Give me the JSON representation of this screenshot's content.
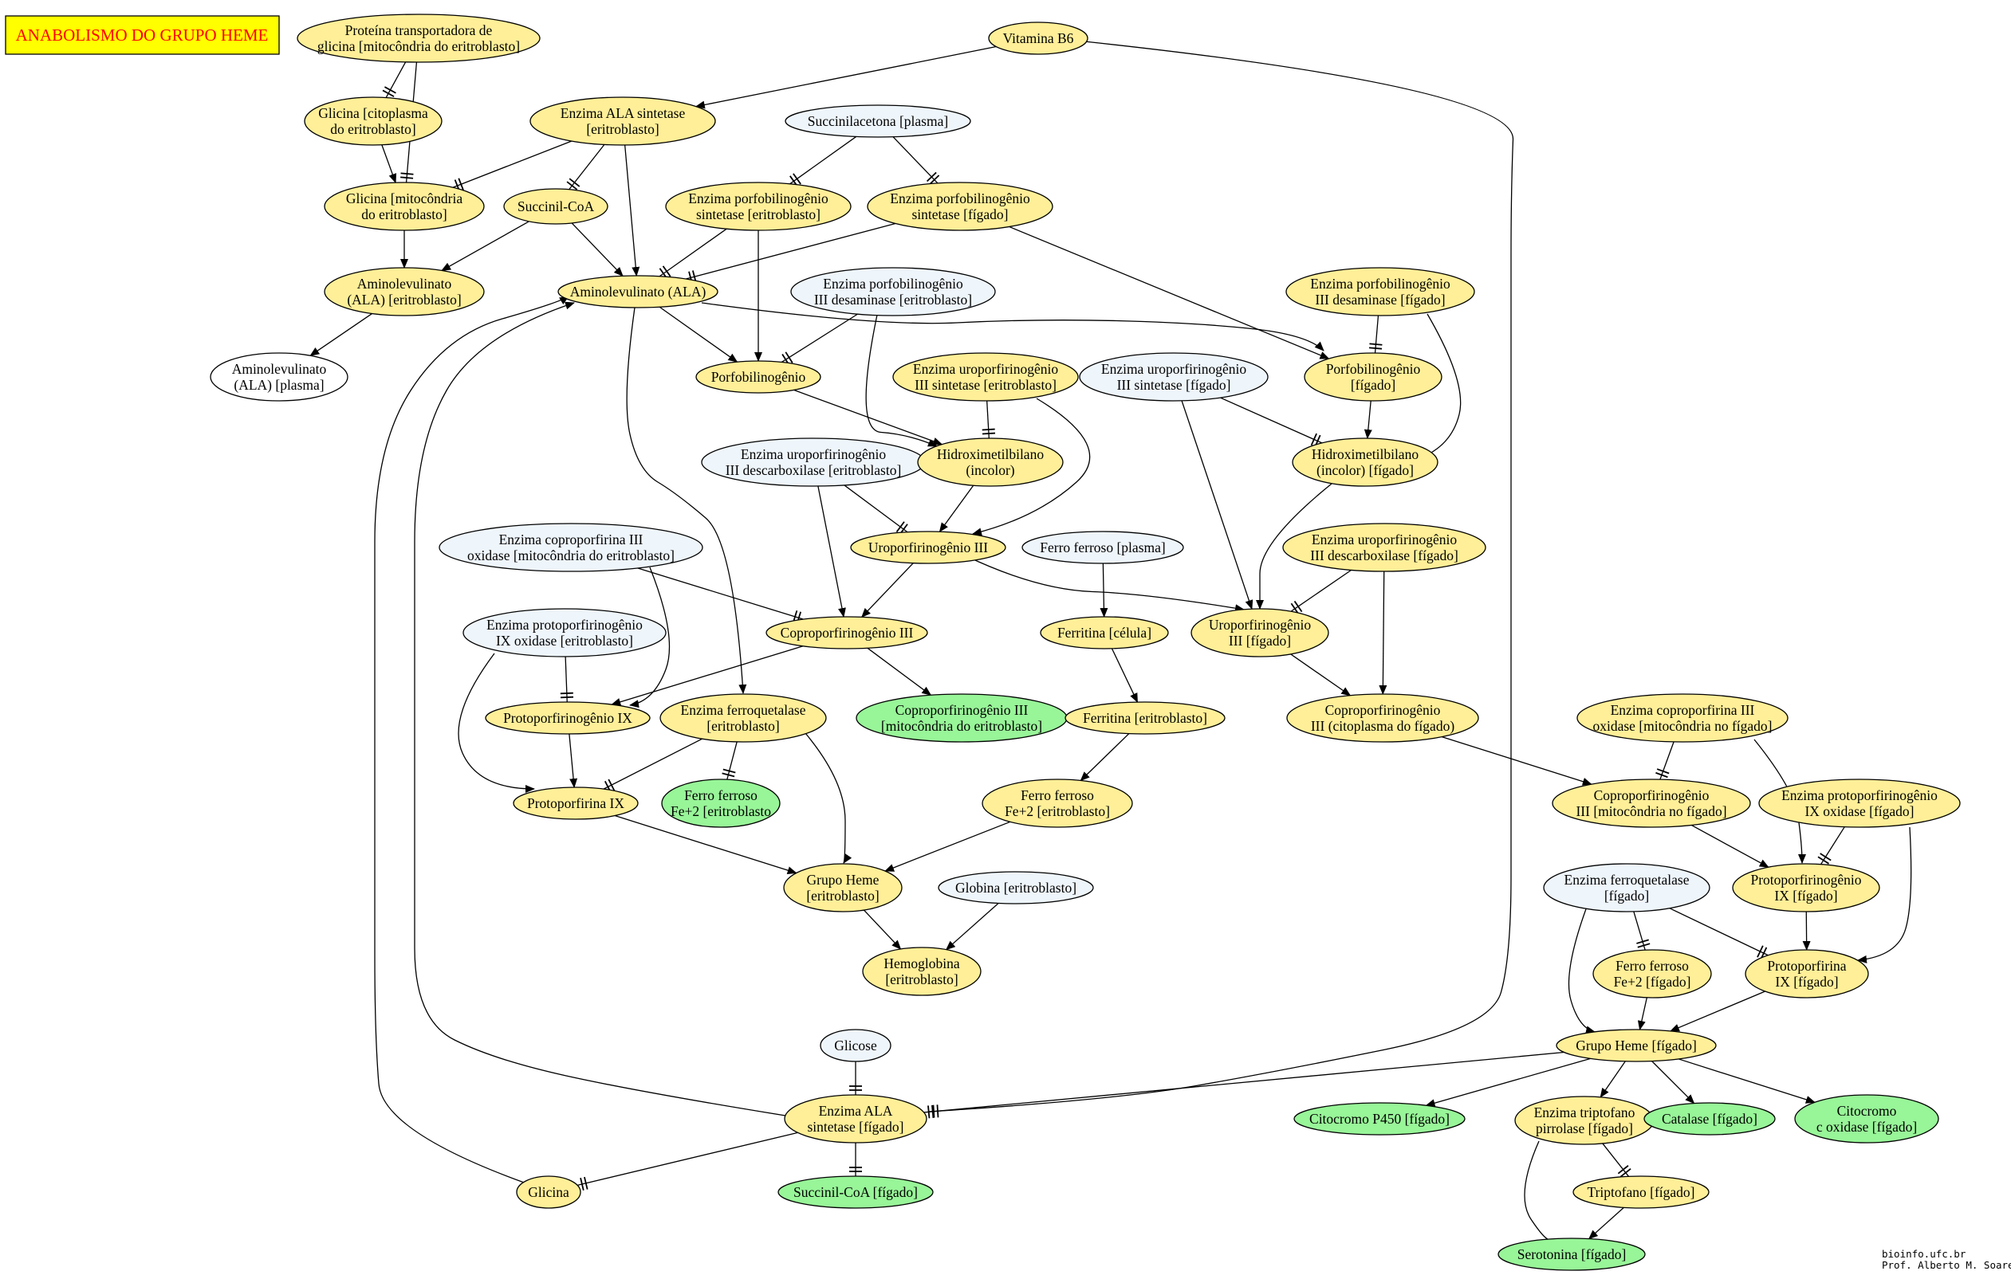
{
  "title": "ANABOLISMO DO GRUPO HEME",
  "credits": [
    "bioinfo.ufc.br",
    "Prof. Alberto M. Soares"
  ],
  "colors": {
    "yellow": "#ffef98",
    "blue": "#eef5fb",
    "green": "#98f598",
    "white": "#ffffff",
    "title_bg": "#ffff00",
    "title_text": "#ff0000"
  },
  "nodes": [
    {
      "id": "transp",
      "color": "yellow",
      "lines": [
        "Proteína transportadora de",
        "glicina [mitocôndria do eritroblasto]"
      ]
    },
    {
      "id": "vitb6",
      "color": "yellow",
      "lines": [
        "Vitamina B6"
      ]
    },
    {
      "id": "gli_cito",
      "color": "yellow",
      "lines": [
        "Glicina [citoplasma",
        "do eritroblasto]"
      ]
    },
    {
      "id": "ala_sint_er",
      "color": "yellow",
      "lines": [
        "Enzima ALA sintetase",
        "[eritroblasto]"
      ]
    },
    {
      "id": "succ_plasma",
      "color": "blue",
      "lines": [
        "Succinilacetona [plasma]"
      ]
    },
    {
      "id": "gli_mito",
      "color": "yellow",
      "lines": [
        "Glicina [mitocôndria",
        "do eritroblasto]"
      ]
    },
    {
      "id": "succoa",
      "color": "yellow",
      "lines": [
        "Succinil-CoA"
      ]
    },
    {
      "id": "pbg_sint_er",
      "color": "yellow",
      "lines": [
        "Enzima porfobilinogênio",
        "sintetase [eritroblasto]"
      ]
    },
    {
      "id": "pbg_sint_fig",
      "color": "yellow",
      "lines": [
        "Enzima porfobilinogênio",
        "sintetase [fígado]"
      ]
    },
    {
      "id": "ala_er",
      "color": "yellow",
      "lines": [
        "Aminolevulinato",
        "(ALA) [eritroblasto]"
      ]
    },
    {
      "id": "ala",
      "color": "yellow",
      "lines": [
        "Aminolevulinato (ALA)"
      ]
    },
    {
      "id": "pbg_desam_er",
      "color": "blue",
      "lines": [
        "Enzima porfobilinogênio",
        "III desaminase [eritroblasto]"
      ]
    },
    {
      "id": "pbg_desam_fig",
      "color": "yellow",
      "lines": [
        "Enzima porfobilinogênio",
        "III desaminase [fígado]"
      ]
    },
    {
      "id": "ala_plasma",
      "color": "white",
      "lines": [
        "Aminolevulinato",
        "(ALA) [plasma]"
      ]
    },
    {
      "id": "pbg",
      "color": "yellow",
      "lines": [
        "Porfobilinogênio"
      ]
    },
    {
      "id": "uro_sint_er",
      "color": "yellow",
      "lines": [
        "Enzima uroporfirinogênio",
        "III sintetase [eritroblasto]"
      ]
    },
    {
      "id": "uro_sint_fig",
      "color": "blue",
      "lines": [
        "Enzima uroporfirinogênio",
        "III sintetase [fígado]"
      ]
    },
    {
      "id": "pbg_fig",
      "color": "yellow",
      "lines": [
        "Porfobilinogênio",
        "[fígado]"
      ]
    },
    {
      "id": "uro_desc_er",
      "color": "blue",
      "lines": [
        "Enzima uroporfirinogênio",
        "III descarboxilase [eritroblasto]"
      ]
    },
    {
      "id": "hmb",
      "color": "yellow",
      "lines": [
        "Hidroximetilbilano",
        "(incolor)"
      ]
    },
    {
      "id": "hmb_fig",
      "color": "yellow",
      "lines": [
        "Hidroximetilbilano",
        "(incolor) [fígado]"
      ]
    },
    {
      "id": "copro_ox_er",
      "color": "blue",
      "lines": [
        "Enzima coproporfirina III",
        "oxidase [mitocôndria do eritroblasto]"
      ]
    },
    {
      "id": "uro3",
      "color": "yellow",
      "lines": [
        "Uroporfirinogênio III"
      ]
    },
    {
      "id": "ferro_plasma",
      "color": "blue",
      "lines": [
        "Ferro ferroso [plasma]"
      ]
    },
    {
      "id": "uro_desc_fig",
      "color": "yellow",
      "lines": [
        "Enzima uroporfirinogênio",
        "III descarboxilase [fígado]"
      ]
    },
    {
      "id": "protox_er",
      "color": "blue",
      "lines": [
        "Enzima protoporfirinogênio",
        "IX oxidase [eritroblasto]"
      ]
    },
    {
      "id": "copro3",
      "color": "yellow",
      "lines": [
        "Coproporfirinogênio III"
      ]
    },
    {
      "id": "ferritina_cel",
      "color": "yellow",
      "lines": [
        "Ferritina [célula]"
      ]
    },
    {
      "id": "uro3_fig",
      "color": "yellow",
      "lines": [
        "Uroporfirinogênio",
        "III [fígado]"
      ]
    },
    {
      "id": "protogen9",
      "color": "yellow",
      "lines": [
        "Protoporfirinogênio IX"
      ]
    },
    {
      "id": "ferroq_er",
      "color": "yellow",
      "lines": [
        "Enzima ferroquetalase",
        "[eritroblasto]"
      ]
    },
    {
      "id": "copro3_mito_er",
      "color": "green",
      "lines": [
        "Coproporfirinogênio III",
        "[mitocôndria do eritroblasto]"
      ]
    },
    {
      "id": "ferritina_er",
      "color": "yellow",
      "lines": [
        "Ferritina [eritroblasto]"
      ]
    },
    {
      "id": "copro3_cito_fig",
      "color": "yellow",
      "lines": [
        "Coproporfirinogênio",
        "III (citoplasma do fígado)"
      ]
    },
    {
      "id": "copro_ox_fig",
      "color": "yellow",
      "lines": [
        "Enzima coproporfirina III",
        "oxidase [mitocôndria no fígado]"
      ]
    },
    {
      "id": "proto9",
      "color": "yellow",
      "lines": [
        "Protoporfirina IX"
      ]
    },
    {
      "id": "fe2_er_green",
      "color": "green",
      "lines": [
        "Ferro ferroso",
        "Fe+2 [eritroblasto"
      ]
    },
    {
      "id": "fe2_er",
      "color": "yellow",
      "lines": [
        "Ferro ferroso",
        "Fe+2 [eritroblasto]"
      ]
    },
    {
      "id": "copro3_mito_fig",
      "color": "yellow",
      "lines": [
        "Coproporfirinogênio",
        "III [mitocôndria no fígado]"
      ]
    },
    {
      "id": "protox_fig",
      "color": "yellow",
      "lines": [
        "Enzima protoporfirinogênio",
        "IX oxidase [fígado]"
      ]
    },
    {
      "id": "heme_er",
      "color": "yellow",
      "lines": [
        "Grupo Heme",
        "[eritroblasto]"
      ]
    },
    {
      "id": "globina",
      "color": "blue",
      "lines": [
        "Globina [eritroblasto]"
      ]
    },
    {
      "id": "ferroq_fig",
      "color": "blue",
      "lines": [
        "Enzima ferroquetalase",
        "[fígado]"
      ]
    },
    {
      "id": "protogen9_fig",
      "color": "yellow",
      "lines": [
        "Protoporfirinogênio",
        "IX [fígado]"
      ]
    },
    {
      "id": "hemoglobina",
      "color": "yellow",
      "lines": [
        "Hemoglobina",
        "[eritroblasto]"
      ]
    },
    {
      "id": "fe2_fig",
      "color": "yellow",
      "lines": [
        "Ferro ferroso",
        "Fe+2 [fígado]"
      ]
    },
    {
      "id": "proto9_fig",
      "color": "yellow",
      "lines": [
        "Protoporfirina",
        "IX [fígado]"
      ]
    },
    {
      "id": "glicose",
      "color": "blue",
      "lines": [
        "Glicose"
      ]
    },
    {
      "id": "heme_fig",
      "color": "yellow",
      "lines": [
        "Grupo Heme [fígado]"
      ]
    },
    {
      "id": "ala_sint_fig",
      "color": "yellow",
      "lines": [
        "Enzima ALA",
        "sintetase [fígado]"
      ]
    },
    {
      "id": "p450",
      "color": "green",
      "lines": [
        "Citocromo P450 [fígado]"
      ]
    },
    {
      "id": "trip_pirr",
      "color": "yellow",
      "lines": [
        "Enzima triptofano",
        "pirrolase [fígado]"
      ]
    },
    {
      "id": "catalase",
      "color": "green",
      "lines": [
        "Catalase [fígado]"
      ]
    },
    {
      "id": "citc",
      "color": "green",
      "lines": [
        "Citocromo",
        "c oxidase [fígado]"
      ]
    },
    {
      "id": "glicina",
      "color": "yellow",
      "lines": [
        "Glicina"
      ]
    },
    {
      "id": "succoa_fig",
      "color": "green",
      "lines": [
        "Succinil-CoA [fígado]"
      ]
    },
    {
      "id": "triptofano",
      "color": "yellow",
      "lines": [
        "Triptofano [fígado]"
      ]
    },
    {
      "id": "serotonina",
      "color": "green",
      "lines": [
        "Serotonina [fígado]"
      ]
    }
  ],
  "edges": [
    {
      "from": "transp",
      "to": "gli_cito",
      "head": "tee"
    },
    {
      "from": "transp",
      "to": "gli_mito",
      "head": "tee"
    },
    {
      "from": "gli_cito",
      "to": "gli_mito",
      "head": "arrow"
    },
    {
      "from": "ala_sint_er",
      "to": "gli_mito",
      "head": "tee"
    },
    {
      "from": "ala_sint_er",
      "to": "succoa",
      "head": "tee"
    },
    {
      "from": "ala_sint_er",
      "to": "ala",
      "head": "arrow"
    },
    {
      "from": "vitb6",
      "to": "ala_sint_er",
      "head": "arrow"
    },
    {
      "from": "vitb6",
      "to": "ala_sint_fig",
      "head": "tee"
    },
    {
      "from": "succ_plasma",
      "to": "pbg_sint_er",
      "head": "tee"
    },
    {
      "from": "succ_plasma",
      "to": "pbg_sint_fig",
      "head": "tee"
    },
    {
      "from": "gli_mito",
      "to": "ala_er",
      "head": "arrow"
    },
    {
      "from": "succoa",
      "to": "ala_er",
      "head": "arrow"
    },
    {
      "from": "succoa",
      "to": "ala",
      "head": "arrow"
    },
    {
      "from": "pbg_sint_er",
      "to": "ala",
      "head": "tee"
    },
    {
      "from": "pbg_sint_fig",
      "to": "ala",
      "head": "tee"
    },
    {
      "from": "pbg_sint_er",
      "to": "pbg",
      "head": "arrow"
    },
    {
      "from": "pbg_sint_fig",
      "to": "pbg_fig",
      "head": "arrow"
    },
    {
      "from": "ala_er",
      "to": "ala_plasma",
      "head": "arrow"
    },
    {
      "from": "ala",
      "to": "pbg",
      "head": "arrow"
    },
    {
      "from": "ala",
      "to": "pbg_fig",
      "head": "arrow"
    },
    {
      "from": "ala",
      "to": "ferroq_er",
      "head": "arrow"
    },
    {
      "from": "pbg_desam_er",
      "to": "pbg",
      "head": "tee"
    },
    {
      "from": "pbg_desam_er",
      "to": "hmb",
      "head": "arrow"
    },
    {
      "from": "pbg_desam_fig",
      "to": "pbg_fig",
      "head": "tee"
    },
    {
      "from": "pbg_desam_fig",
      "to": "hmb_fig",
      "head": "arrow"
    },
    {
      "from": "pbg",
      "to": "hmb",
      "head": "arrow"
    },
    {
      "from": "uro_sint_er",
      "to": "hmb",
      "head": "tee"
    },
    {
      "from": "uro_sint_er",
      "to": "uro3",
      "head": "arrow"
    },
    {
      "from": "uro_sint_fig",
      "to": "hmb_fig",
      "head": "tee"
    },
    {
      "from": "uro_sint_fig",
      "to": "uro3_fig",
      "head": "arrow"
    },
    {
      "from": "pbg_fig",
      "to": "hmb_fig",
      "head": "arrow"
    },
    {
      "from": "uro_desc_er",
      "to": "uro3",
      "head": "tee"
    },
    {
      "from": "uro_desc_er",
      "to": "copro3",
      "head": "arrow"
    },
    {
      "from": "hmb",
      "to": "uro3",
      "head": "arrow"
    },
    {
      "from": "hmb_fig",
      "to": "uro3_fig",
      "head": "arrow"
    },
    {
      "from": "uro3",
      "to": "copro3",
      "head": "arrow"
    },
    {
      "from": "uro3",
      "to": "uro3_fig",
      "head": "arrow"
    },
    {
      "from": "uro_desc_fig",
      "to": "uro3_fig",
      "head": "tee"
    },
    {
      "from": "uro_desc_fig",
      "to": "copro3_cito_fig",
      "head": "arrow"
    },
    {
      "from": "copro_ox_er",
      "to": "copro3",
      "head": "tee"
    },
    {
      "from": "copro_ox_er",
      "to": "protogen9",
      "head": "arrow"
    },
    {
      "from": "ferro_plasma",
      "to": "ferritina_cel",
      "head": "arrow"
    },
    {
      "from": "copro3",
      "to": "protogen9",
      "head": "arrow"
    },
    {
      "from": "copro3",
      "to": "copro3_mito_er",
      "head": "arrow"
    },
    {
      "from": "uro3_fig",
      "to": "copro3_cito_fig",
      "head": "arrow"
    },
    {
      "from": "protox_er",
      "to": "protogen9",
      "head": "tee"
    },
    {
      "from": "protox_er",
      "to": "proto9",
      "head": "arrow"
    },
    {
      "from": "ferritina_cel",
      "to": "ferritina_er",
      "head": "arrow"
    },
    {
      "from": "protogen9",
      "to": "proto9",
      "head": "arrow"
    },
    {
      "from": "ferroq_er",
      "to": "proto9",
      "head": "tee"
    },
    {
      "from": "ferroq_er",
      "to": "fe2_er_green",
      "head": "tee"
    },
    {
      "from": "ferroq_er",
      "to": "heme_er",
      "head": "arrow"
    },
    {
      "from": "ferritina_er",
      "to": "fe2_er",
      "head": "arrow"
    },
    {
      "from": "copro3_cito_fig",
      "to": "copro3_mito_fig",
      "head": "arrow"
    },
    {
      "from": "copro_ox_fig",
      "to": "copro3_mito_fig",
      "head": "tee"
    },
    {
      "from": "copro_ox_fig",
      "to": "protogen9_fig",
      "head": "arrow"
    },
    {
      "from": "proto9",
      "to": "heme_er",
      "head": "arrow"
    },
    {
      "from": "fe2_er",
      "to": "heme_er",
      "head": "arrow"
    },
    {
      "from": "copro3_mito_fig",
      "to": "protogen9_fig",
      "head": "arrow"
    },
    {
      "from": "protox_fig",
      "to": "protogen9_fig",
      "head": "tee"
    },
    {
      "from": "protox_fig",
      "to": "proto9_fig",
      "head": "arrow"
    },
    {
      "from": "heme_er",
      "to": "hemoglobina",
      "head": "arrow"
    },
    {
      "from": "globina",
      "to": "hemoglobina",
      "head": "arrow"
    },
    {
      "from": "ferroq_fig",
      "to": "fe2_fig",
      "head": "tee"
    },
    {
      "from": "ferroq_fig",
      "to": "proto9_fig",
      "head": "tee"
    },
    {
      "from": "ferroq_fig",
      "to": "heme_fig",
      "head": "arrow"
    },
    {
      "from": "protogen9_fig",
      "to": "proto9_fig",
      "head": "arrow"
    },
    {
      "from": "fe2_fig",
      "to": "heme_fig",
      "head": "arrow"
    },
    {
      "from": "proto9_fig",
      "to": "heme_fig",
      "head": "arrow"
    },
    {
      "from": "glicose",
      "to": "ala_sint_fig",
      "head": "tee"
    },
    {
      "from": "heme_fig",
      "to": "ala_sint_fig",
      "head": "tee"
    },
    {
      "from": "heme_fig",
      "to": "p450",
      "head": "arrow"
    },
    {
      "from": "heme_fig",
      "to": "trip_pirr",
      "head": "arrow"
    },
    {
      "from": "heme_fig",
      "to": "catalase",
      "head": "arrow"
    },
    {
      "from": "heme_fig",
      "to": "citc",
      "head": "arrow"
    },
    {
      "from": "ala_sint_fig",
      "to": "ala",
      "head": "arrow"
    },
    {
      "from": "ala_sint_fig",
      "to": "glicina",
      "head": "tee"
    },
    {
      "from": "ala_sint_fig",
      "to": "succoa_fig",
      "head": "tee"
    },
    {
      "from": "glicina",
      "to": "ala",
      "head": "arrow"
    },
    {
      "from": "trip_pirr",
      "to": "triptofano",
      "head": "tee"
    },
    {
      "from": "trip_pirr",
      "to": "serotonina",
      "head": "arrow"
    },
    {
      "from": "triptofano",
      "to": "serotonina",
      "head": "arrow"
    }
  ]
}
